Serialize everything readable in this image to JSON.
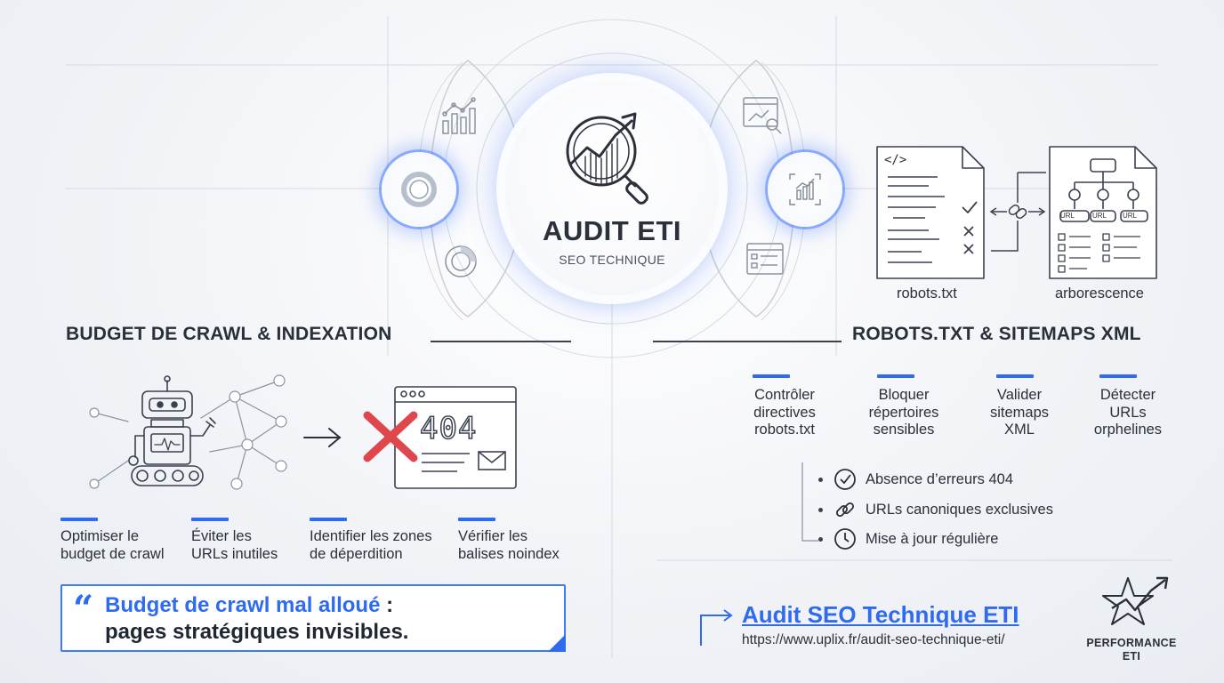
{
  "hub": {
    "title": "AUDIT ETI",
    "subtitle": "SEO TECHNIQUE"
  },
  "left_section": {
    "title": "BUDGET DE CRAWL & INDEXATION",
    "error_code": "404",
    "items": [
      {
        "line1": "Optimiser le",
        "line2": "budget de crawl"
      },
      {
        "line1": "Éviter les",
        "line2": "URLs inutiles"
      },
      {
        "line1": "Identifier les zones",
        "line2": "de déperdition"
      },
      {
        "line1": "Vérifier les",
        "line2": "balises noindex"
      }
    ],
    "quote": {
      "highlight": "Budget de crawl mal alloué",
      "colon": " :",
      "line2": "pages stratégiques invisibles."
    }
  },
  "right_section": {
    "title": "ROBOTS.TXT & SITEMAPS XML",
    "doc_robots_label": "robots.txt",
    "doc_tree_label": "arborescence",
    "doc_robots_code": "</>",
    "tree_node_label": "URL",
    "items": [
      {
        "line1": "Contrôler",
        "line2": "directives",
        "line3": "robots.txt"
      },
      {
        "line1": "Bloquer",
        "line2": "répertoires",
        "line3": "sensibles"
      },
      {
        "line1": "Valider",
        "line2": "sitemaps",
        "line3": "XML"
      },
      {
        "line1": "Détecter",
        "line2": "URLs",
        "line3": "orphelines"
      }
    ],
    "checklist": [
      {
        "icon": "check-circle-icon",
        "text": "Absence d’erreurs 404"
      },
      {
        "icon": "link-icon",
        "text": "URLs canoniques exclusives"
      },
      {
        "icon": "clock-icon",
        "text": "Mise à jour régulière"
      }
    ]
  },
  "footer_link": {
    "title": "Audit SEO Technique ETI",
    "url": "https://www.uplix.fr/audit-seo-technique-eti/"
  },
  "brand": {
    "line1": "PERFORMANCE",
    "line2": "ETI"
  },
  "colors": {
    "accent": "#2f6bf0",
    "error": "#e0474c",
    "text": "#2a303a"
  }
}
